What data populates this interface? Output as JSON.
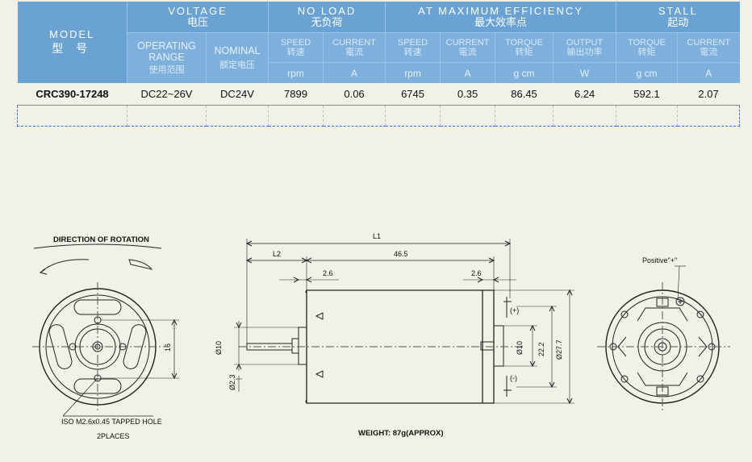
{
  "table": {
    "model": {
      "en": "MODEL",
      "cn": "型 号"
    },
    "voltage": {
      "en": "VOLTAGE",
      "cn": "电压"
    },
    "no_load": {
      "en": "NO LOAD",
      "cn": "无负荷"
    },
    "max_eff": {
      "en": "AT MAXIMUM EFFICIENCY",
      "cn": "最大效率点"
    },
    "stall": {
      "en": "STALL",
      "cn": "起动"
    },
    "sub": {
      "operating_range": {
        "en": "OPERATING RANGE",
        "cn": "使用范围"
      },
      "nominal": {
        "en": "NOMINAL",
        "cn": "额定电压"
      },
      "nl_speed": {
        "en": "SPEED",
        "cn": "转速"
      },
      "nl_current": {
        "en": "CURRENT",
        "cn": "電流"
      },
      "me_speed": {
        "en": "SPEED",
        "cn": "转速"
      },
      "me_current": {
        "en": "CURRENT",
        "cn": "電流"
      },
      "me_torque": {
        "en": "TORQUE",
        "cn": "转矩"
      },
      "me_output": {
        "en": "OUTPUT",
        "cn": "输出功率"
      },
      "st_torque": {
        "en": "TORQUE",
        "cn": "转矩"
      },
      "st_current": {
        "en": "CURRENT",
        "cn": "電流"
      }
    },
    "units": [
      "rpm",
      "A",
      "rpm",
      "A",
      "g cm",
      "W",
      "g cm",
      "A"
    ],
    "row": {
      "model": "CRC390-17248",
      "range": "DC22~26V",
      "nominal": "DC24V",
      "nl_speed": "7899",
      "nl_current": "0.06",
      "me_speed": "6745",
      "me_current": "0.35",
      "me_torque": "86.45",
      "me_output": "6.24",
      "st_torque": "592.1",
      "st_current": "2.07"
    }
  },
  "drawing": {
    "rotation_label": "DIRECTION OF ROTATION",
    "tapped_hole": "ISO M2.6x0.45 TAPPED HOLE",
    "places": "2PLACES",
    "dim_16": "16",
    "L1": "L1",
    "L2": "L2",
    "dim_46_5": "46.5",
    "dim_2_6_left": "2.6",
    "dim_2_6_right": "2.6",
    "dim_d10_left": "Ø10",
    "dim_d2_3": "Ø2.3",
    "dim_d10_right": "Ø10",
    "dim_22_2": "22.2",
    "dim_d27_7": "Ø27.7",
    "plus_terminal": "(+)",
    "minus_terminal": "(-)",
    "weight": "WEIGHT: 87g(APPROX)",
    "positive": "Positive\"+\""
  }
}
